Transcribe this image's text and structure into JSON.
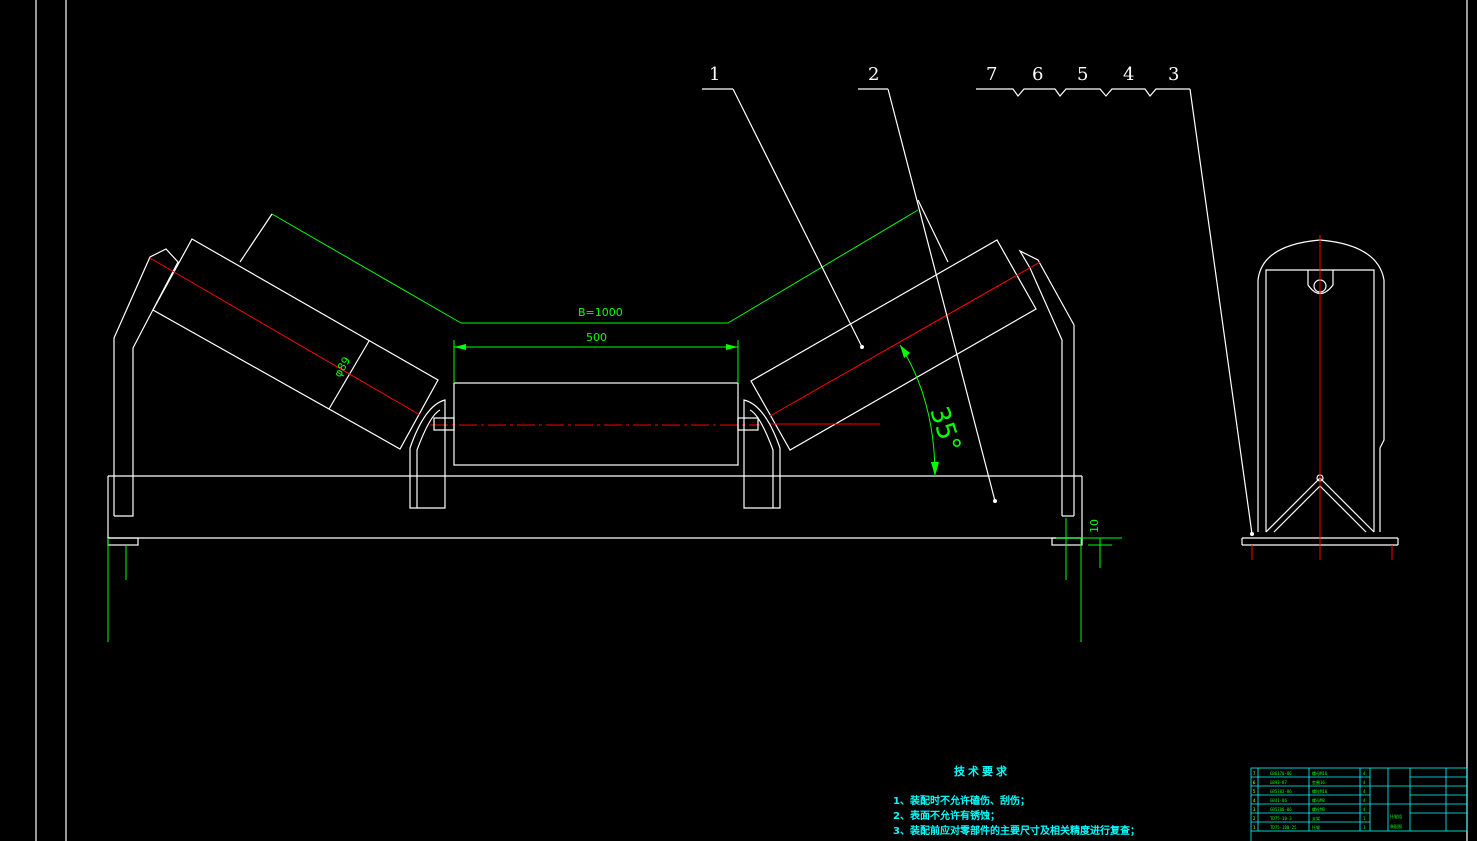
{
  "drawing": {
    "part_labels": {
      "p1": "1",
      "p2": "2",
      "p7": "7",
      "p6": "6",
      "p5": "5",
      "p4": "4",
      "p3": "3"
    },
    "dimensions": {
      "belt_width": "B=1000",
      "center_roller_length": "500",
      "roller_diameter": "φ89",
      "trough_angle": "35°",
      "base_height": "10"
    }
  },
  "technical_requirements": {
    "title": "技术要求",
    "items": [
      "1、装配时不允许磕伤、刮伤；",
      "2、表面不允许有锈蚀；",
      "3、装配前应对零部件的主要尺寸及相关精度进行复查；"
    ]
  },
  "title_block": {
    "rows": [
      [
        "7",
        "GB6170-86",
        "螺母M16",
        "4"
      ],
      [
        "6",
        "GB93-87",
        "垫圈16",
        "4"
      ],
      [
        "5",
        "GB5782-86",
        "螺栓M16",
        "4"
      ],
      [
        "4",
        "GB41-86",
        "螺母M8",
        "4"
      ],
      [
        "3",
        "GB5780-86",
        "螺栓M8",
        "4"
      ],
      [
        "2",
        "TD75-10-3",
        "支架",
        "1"
      ],
      [
        "1",
        "TD75-108-25",
        "托辊",
        "3"
      ]
    ],
    "name": "托辊组",
    "sub": "装配图"
  },
  "colors": {
    "outline": "#ffffff",
    "dimension": "#00ff00",
    "centerline": "#ff0000",
    "notes": "#00ffff"
  }
}
